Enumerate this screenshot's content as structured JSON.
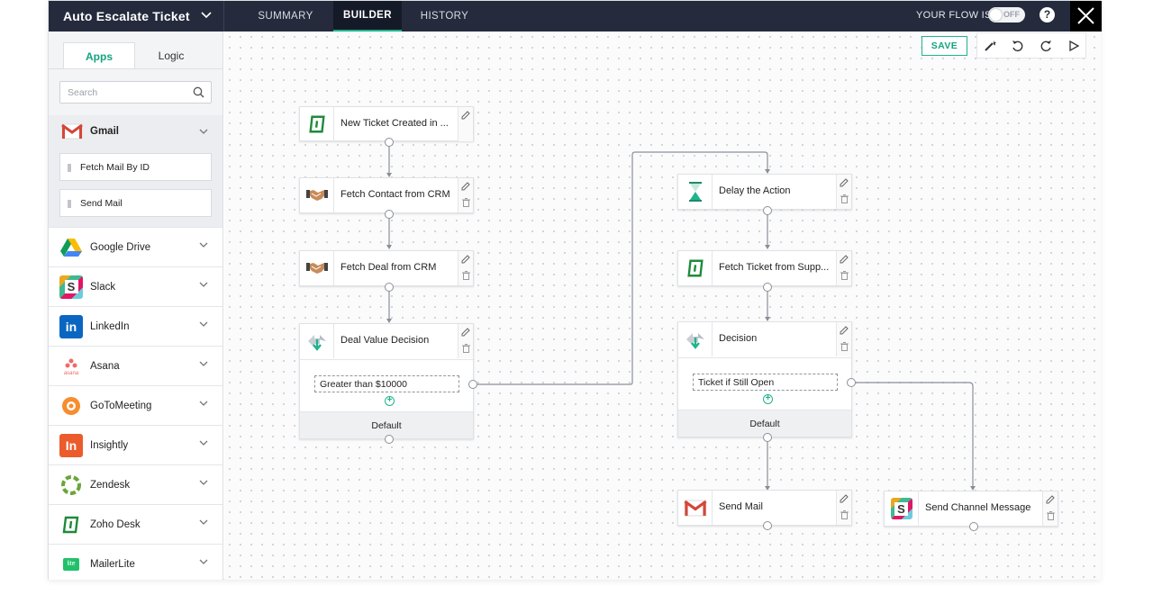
{
  "header": {
    "flow_title": "Auto Escalate Ticket",
    "tabs": [
      {
        "label": "SUMMARY",
        "active": false
      },
      {
        "label": "BUILDER",
        "active": true
      },
      {
        "label": "HISTORY",
        "active": false
      }
    ],
    "flow_status_label": "YOUR FLOW IS",
    "toggle_label": "OFF",
    "help_label": "?"
  },
  "sidebar": {
    "tabs": [
      {
        "label": "Apps",
        "active": true
      },
      {
        "label": "Logic",
        "active": false
      }
    ],
    "search_placeholder": "Search",
    "expanded_app": {
      "name": "Gmail",
      "actions": [
        "Fetch Mail By ID",
        "Send Mail"
      ]
    },
    "apps": [
      {
        "name": "Google Drive",
        "icon": "google-drive-icon"
      },
      {
        "name": "Slack",
        "icon": "slack-icon"
      },
      {
        "name": "LinkedIn",
        "icon": "linkedin-icon"
      },
      {
        "name": "Asana",
        "icon": "asana-icon"
      },
      {
        "name": "GoToMeeting",
        "icon": "gotomeeting-icon"
      },
      {
        "name": "Insightly",
        "icon": "insightly-icon"
      },
      {
        "name": "Zendesk",
        "icon": "zendesk-icon"
      },
      {
        "name": "Zoho Desk",
        "icon": "zoho-desk-icon"
      },
      {
        "name": "MailerLite",
        "icon": "mailerlite-icon"
      }
    ]
  },
  "canvas": {
    "save_label": "SAVE",
    "nodes": {
      "trigger": "New Ticket Created in ...",
      "fetch_contact": "Fetch Contact from CRM",
      "fetch_deal": "Fetch Deal from CRM",
      "deal_decision": "Deal Value Decision",
      "deal_condition": "Greater than $10000",
      "deal_default": "Default",
      "delay": "Delay the Action",
      "fetch_ticket": "Fetch Ticket from Supp...",
      "decision": "Decision",
      "decision_condition": "Ticket if Still Open",
      "decision_default": "Default",
      "send_mail": "Send Mail",
      "send_channel": "Send Channel Message"
    }
  },
  "colors": {
    "topbar": "#252b3d",
    "accent": "#20b38c",
    "zoho_green": "#1f8a3b",
    "gmail_red": "#d44638"
  }
}
